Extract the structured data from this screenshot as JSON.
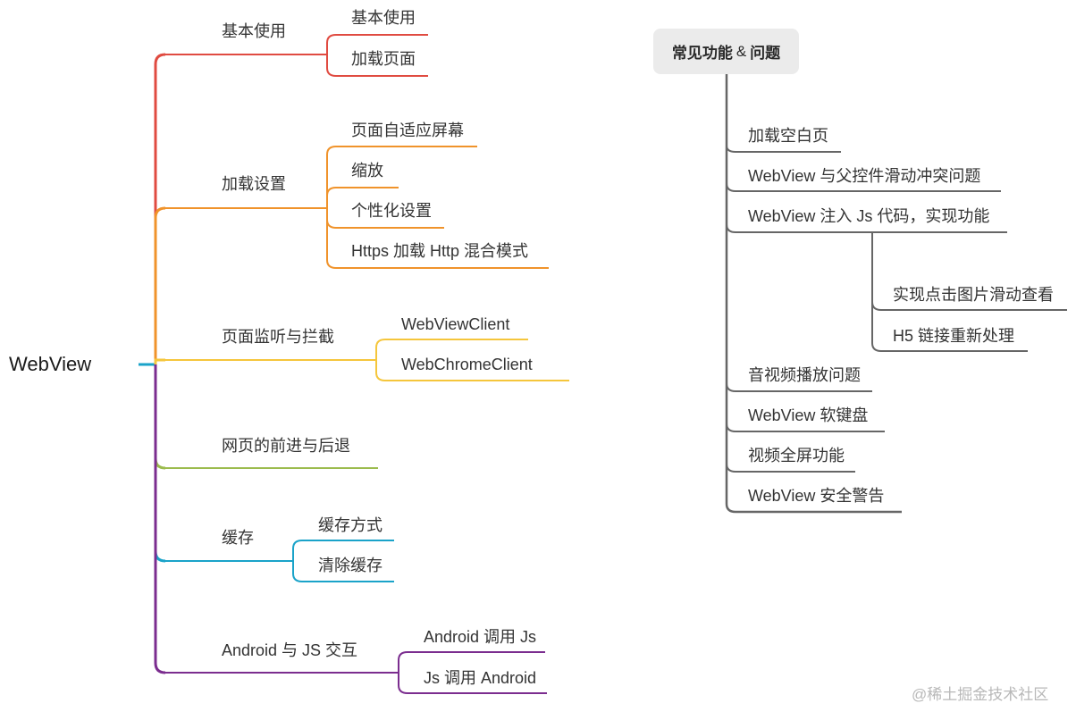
{
  "left_map": {
    "root": "WebView",
    "branches": [
      {
        "label": "基本使用",
        "color": "#e04b41",
        "children": [
          "基本使用",
          "加载页面"
        ]
      },
      {
        "label": "加载设置",
        "color": "#f0932b",
        "children": [
          "页面自适应屏幕",
          "缩放",
          "个性化设置",
          "Https 加载 Http 混合模式"
        ]
      },
      {
        "label": "页面监听与拦截",
        "color": "#f5c63c",
        "children": [
          "WebViewClient",
          "WebChromeClient"
        ]
      },
      {
        "label": "网页的前进与后退",
        "color": "#9bbb4d",
        "children": []
      },
      {
        "label": "缓存",
        "color": "#1aa3c9",
        "children": [
          "缓存方式",
          "清除缓存"
        ]
      },
      {
        "label": "Android 与 JS 交互",
        "color": "#7b2d8f",
        "children": [
          "Android 调用 Js",
          "Js 调用 Android"
        ]
      }
    ]
  },
  "right_map": {
    "title_a": "常见功能",
    "title_amp": "&",
    "title_b": "问题",
    "color": "#666666",
    "items": [
      "加载空白页",
      "WebView 与父控件滑动冲突问题",
      "WebView 注入 Js 代码，实现功能",
      "音视频播放问题",
      "WebView 软键盘",
      "视频全屏功能",
      "WebView 安全警告"
    ],
    "sub_items": [
      "实现点击图片滑动查看",
      "H5 链接重新处理"
    ]
  },
  "watermark": "@稀土掘金技术社区"
}
